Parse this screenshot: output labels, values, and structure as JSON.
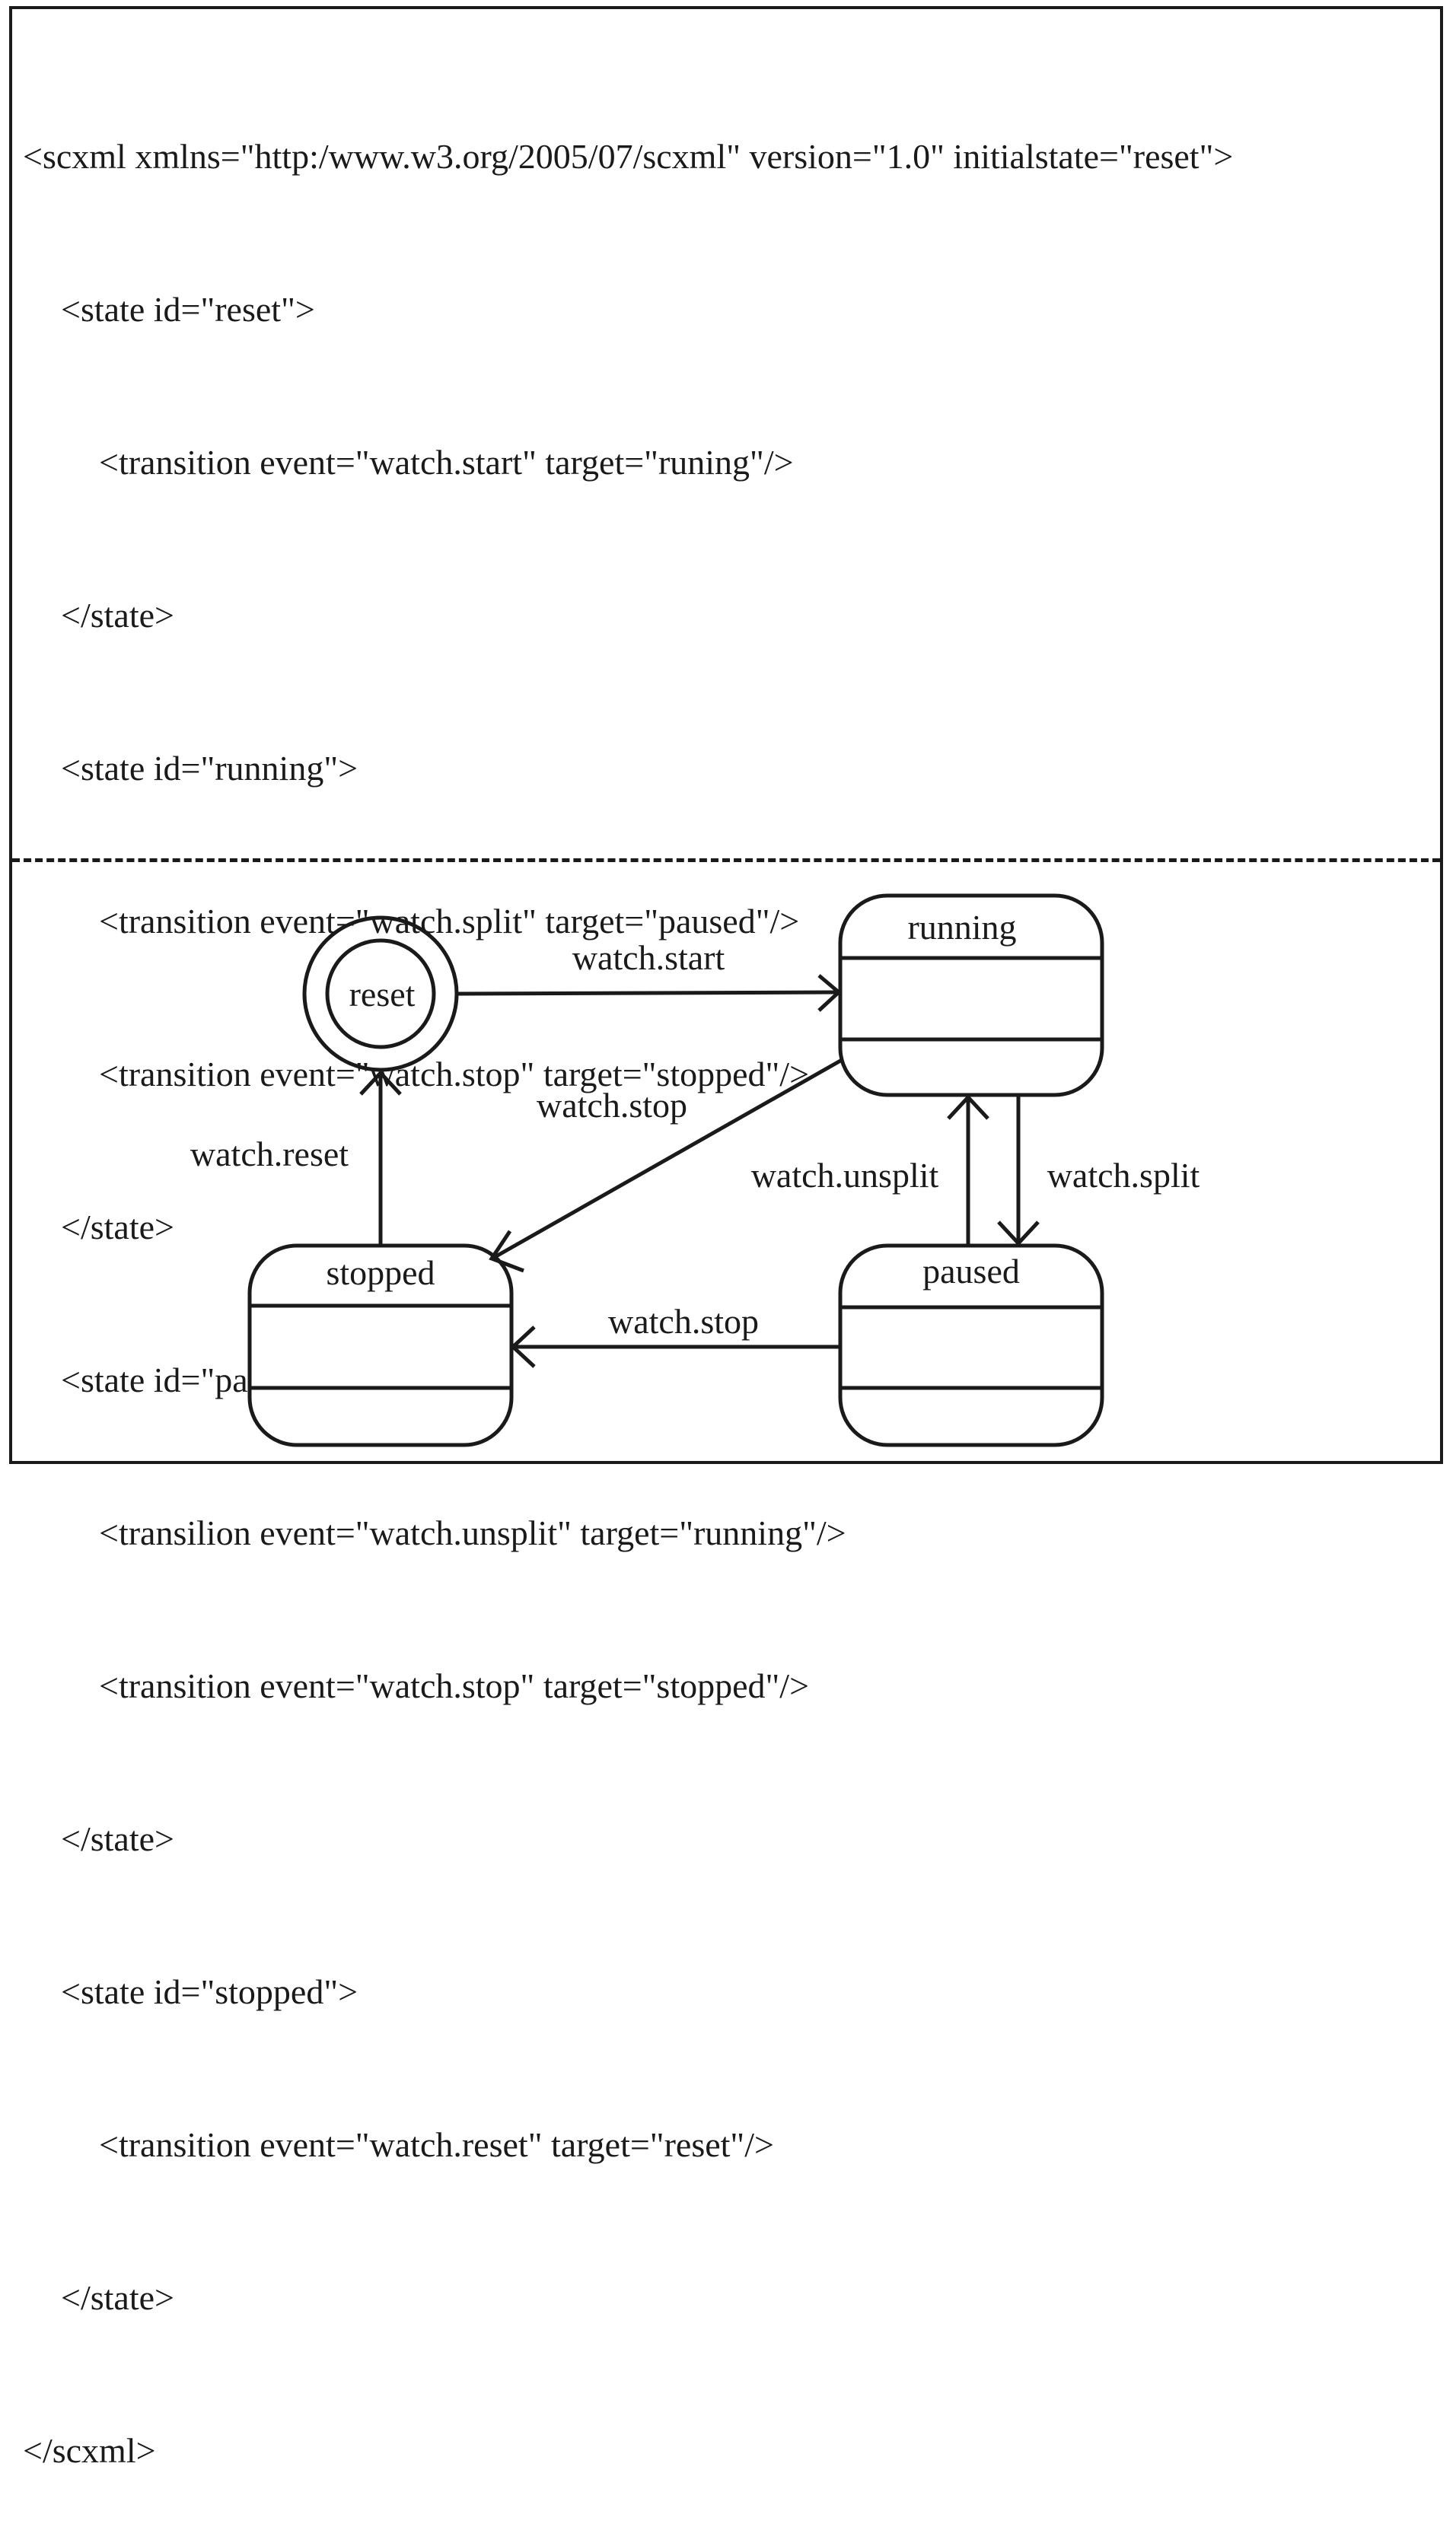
{
  "code_lines": [
    "<scxml xmlns=\"http:/www.w3.org/2005/07/scxml\" version=\"1.0\" initialstate=\"reset\">",
    "<state id=\"reset\">",
    "<transition event=\"watch.start\" target=\"runing\"/>",
    "</state>",
    "<state id=\"running\">",
    "<transition event=\"watch.split\" target=\"paused\"/>",
    "<transition event=\"watch.stop\" target=\"stopped\"/>",
    "</state>",
    "<state id=\"paused\">",
    "<transilion event=\"watch.unsplit\" target=\"running\"/>",
    "<transition event=\"watch.stop\" target=\"stopped\"/>",
    "</state>",
    "<state id=\"stopped\">",
    "<transition event=\"watch.reset\" target=\"reset\"/>",
    "</state>",
    "</scxml>"
  ],
  "diagram": {
    "states": {
      "reset": "reset",
      "running": "running",
      "stopped": "stopped",
      "paused": "paused"
    },
    "transitions": {
      "start": "watch.start",
      "stop_from_running": "watch.stop",
      "reset": "watch.reset",
      "unsplit": "watch.unsplit",
      "split": "watch.split",
      "stop_from_paused": "watch.stop"
    }
  }
}
